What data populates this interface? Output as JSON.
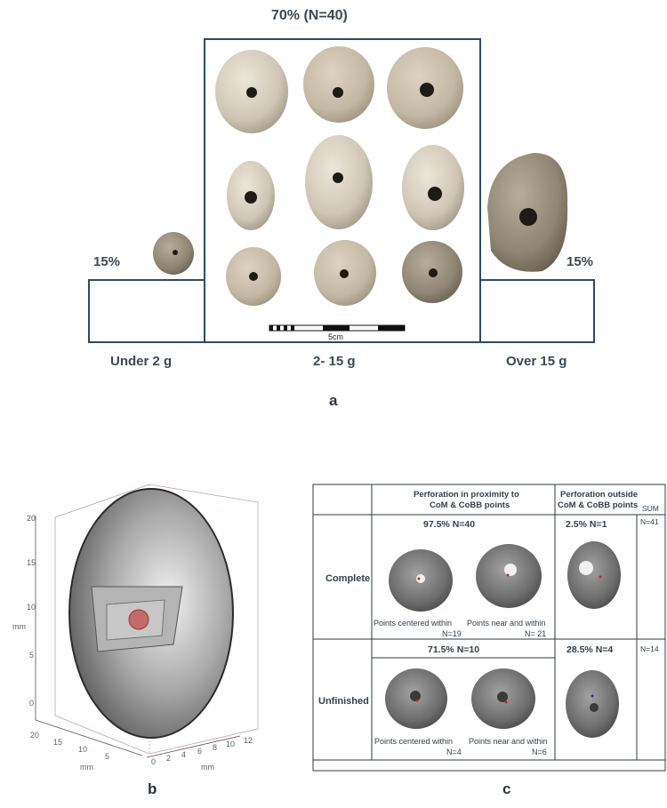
{
  "panel_a": {
    "top_label": "70% (N=40)",
    "left_pct": "15%",
    "right_pct": "15%",
    "cat_under": "Under 2 g",
    "cat_mid": "2- 15 g",
    "cat_over": "Over 15 g",
    "scale_label": "5cm",
    "letter": "a"
  },
  "panel_b": {
    "letter": "b",
    "z_ticks": [
      "20",
      "15",
      "10",
      "5",
      "0"
    ],
    "z_unit": "mm",
    "x_ticks": [
      "20",
      "15",
      "10",
      "5"
    ],
    "x_unit": "mm",
    "y_ticks": [
      "0",
      "2",
      "4",
      "6",
      "8",
      "10",
      "12"
    ],
    "y_unit": "mm"
  },
  "panel_c": {
    "letter": "c",
    "header_in": "Perforation in proximity to",
    "header_in2": "CoM & CoBB points",
    "header_out": "Perforation outside",
    "header_out2": "CoM & CoBB points",
    "header_sum": "SUM",
    "row1_label": "Complete",
    "row1_in_stat": "97.5%  N=40",
    "row1_out_stat": "2.5%  N=1",
    "row1_sum": "N=41",
    "row1_cap1": "Points centered within",
    "row1_n1": "N=19",
    "row1_cap2": "Points near and within",
    "row1_n2": "N= 21",
    "row2_label": "Unfinished",
    "row2_in_stat": "71.5%  N=10",
    "row2_out_stat": "28.5%  N=4",
    "row2_sum": "N=14",
    "row2_cap1": "Points centered within",
    "row2_n1": "N=4",
    "row2_cap2": "Points near and within",
    "row2_n2": "N=6"
  },
  "colors": {
    "frame": "#2e4a63",
    "stone_light": "#d9d2c4",
    "stone_dark": "#8e8576",
    "model_gray": "#8a8a8a"
  }
}
